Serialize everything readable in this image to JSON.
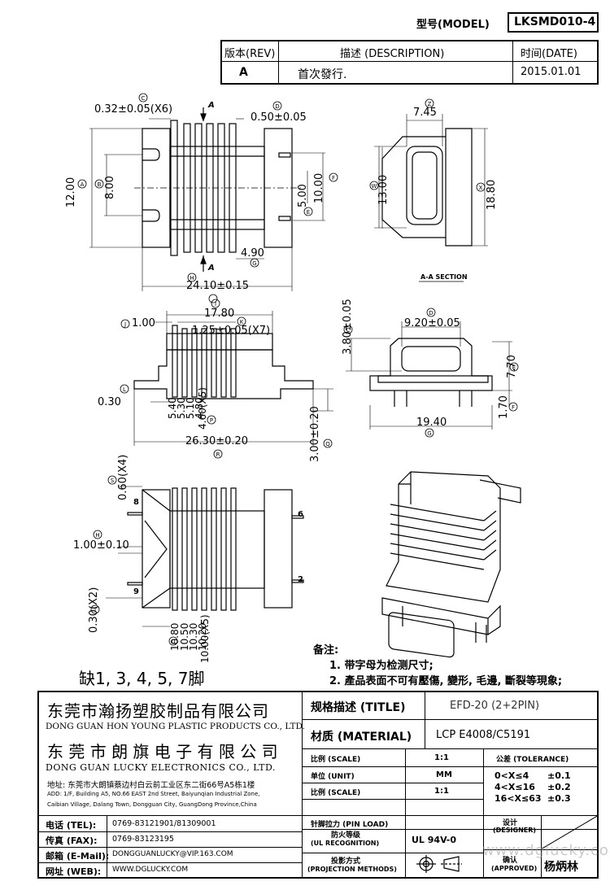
{
  "header": {
    "model_label": "型号(MODEL)",
    "model_value": "LKSMD010-4",
    "rev_label": "版本(REV)",
    "desc_label": "描述 (DESCRIPTION)",
    "date_label": "时间(DATE)",
    "rev_value": "A",
    "desc_value": "首次發行.",
    "date_value": "2015.01.01"
  },
  "drawing": {
    "top_view": {
      "dim_c": "0.32±0.05(X6)",
      "dim_d": "0.50±0.05",
      "dim_a": "12.00",
      "dim_b": "8.00",
      "dim_e": "5.00",
      "dim_f": "10.00",
      "dim_g": "4.90",
      "dim_h": "24.10±0.15",
      "section_mark": "A"
    },
    "side_view": {
      "dim_z": "7.45",
      "dim_w": "13.00",
      "dim_x": "18.80",
      "section_label": "A-A SECTION"
    },
    "front_view": {
      "dim_i": "17.80",
      "dim_j": "1.00",
      "dim_k": "1.25±0.05(X7)",
      "dim_l": "0.30",
      "dim_stack": [
        "5.40",
        "5.30",
        "5.10",
        "4.80",
        "4.60(X5)"
      ],
      "dim_r": "26.30±0.20",
      "dim_q": "3.00±0.20"
    },
    "end_view": {
      "dim_c": "3.80±0.05",
      "dim_d": "9.20±0.05",
      "dim_e": "7.70",
      "dim_f": "1.70",
      "dim_g": "19.40"
    },
    "bottom_view": {
      "dim_s": "0.60(X4)",
      "dim_h": "1.00±0.10",
      "dim_t": "0.30(X2)",
      "dim_stack": [
        "10.80",
        "10.50",
        "10.30",
        "10.20",
        "10.00(X5)"
      ],
      "pins": [
        "8",
        "9",
        "6",
        "2"
      ]
    },
    "missing_pins_note": "缺1, 3, 4, 5, 7脚"
  },
  "notes": {
    "title": "备注:",
    "items": [
      "1. 带字母为检测尺寸;",
      "2. 產品表面不可有壓傷, 變形, 毛邊, 斷裂等現象;"
    ]
  },
  "company": {
    "name1_cn": "东莞市瀚扬塑胶制品有限公司",
    "name1_en": "DONG GUAN HON YOUNG PLASTIC PRODUCTS CO., LTD.",
    "name2_cn": "东 莞 市 朗 旗 电 子 有 限 公 司",
    "name2_en": "DONG GUAN LUCKY ELECTRONICS CO., LTD.",
    "addr_cn": "地址: 东莞市大朗镇蔡边村白云前工业区东二街66号A5栋1楼",
    "addr_en1": "ADD: 1/F, Building A5, NO.66 EAST 2nd Street, Baiyunqian Industrial Zone,",
    "addr_en2": "Caibian Village, Dalang Town, Dongguan City, GuangDong Province,China"
  },
  "contact": {
    "tel_label": "电话 (TEL):",
    "tel_value": "0769-83121901/81309001",
    "fax_label": "传真 (FAX):",
    "fax_value": "0769-83123195",
    "email_label": "邮箱 (E-Mail):",
    "email_value": "DONGGUANLUCKY@VIP.163.COM",
    "web_label": "网址 (WEB):",
    "web_value": "WWW.DGLUCKY.COM"
  },
  "spec": {
    "title_label": "规格描述 (TITLE)",
    "title_value": "EFD-20 (2+2PIN)",
    "material_label": "材质 (MATERIAL)",
    "material_value": "LCP E4008/C5191",
    "scale_label": "比例 (SCALE)",
    "scale_value": "1:1",
    "tolerance_label": "公差 (TOLERANCE)",
    "unit_label": "单位 (UNIT)",
    "unit_value": "MM",
    "scale2_label": "比例 (SCALE)",
    "scale2_value": "1:1",
    "tol_rows": [
      {
        "range": "0<X≤4",
        "tol": "±0.1"
      },
      {
        "range": "4<X≤16",
        "tol": "±0.2"
      },
      {
        "range": "16<X≤63",
        "tol": "±0.3"
      }
    ],
    "pin_load_label": "针脚拉力 (PIN LOAD)",
    "fire_label1": "防火等级",
    "fire_label2": "(UL RECOGNITION)",
    "fire_value": "UL 94V-0",
    "proj_label1": "投影方式",
    "proj_label2": "(PROJECTION METHODS)",
    "designer_label1": "设计",
    "designer_label2": "(DESIGNER)",
    "approved_label1": "确认",
    "approved_label2": "(APPROVED)",
    "approved_value": "杨炳林",
    "watermark": "www.dglucky.com"
  }
}
